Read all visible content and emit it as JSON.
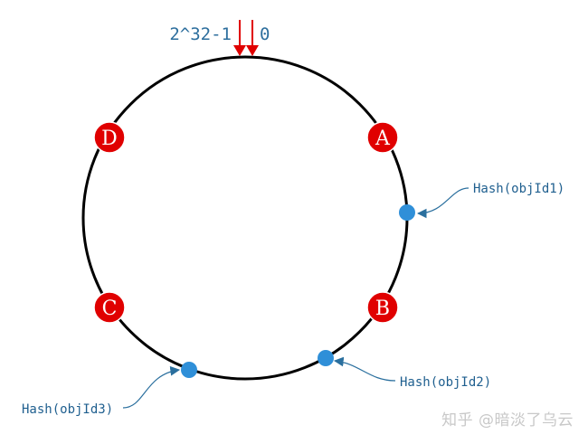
{
  "ring": {
    "start_label": "2^32-1",
    "end_label": "0"
  },
  "nodes": [
    {
      "id": "A",
      "label": "A"
    },
    {
      "id": "B",
      "label": "B"
    },
    {
      "id": "C",
      "label": "C"
    },
    {
      "id": "D",
      "label": "D"
    }
  ],
  "objects": [
    {
      "label": "Hash(objId1)"
    },
    {
      "label": "Hash(objId2)"
    },
    {
      "label": "Hash(objId3)"
    }
  ],
  "watermark": "知乎 @暗淡了乌云",
  "colors": {
    "ring": "#000000",
    "node_fill": "#e00000",
    "object_fill": "#2f8fd8",
    "arrow_red": "#e00000",
    "arrow_blue": "#2a6f9e",
    "label_blue": "#2e6f9e"
  }
}
